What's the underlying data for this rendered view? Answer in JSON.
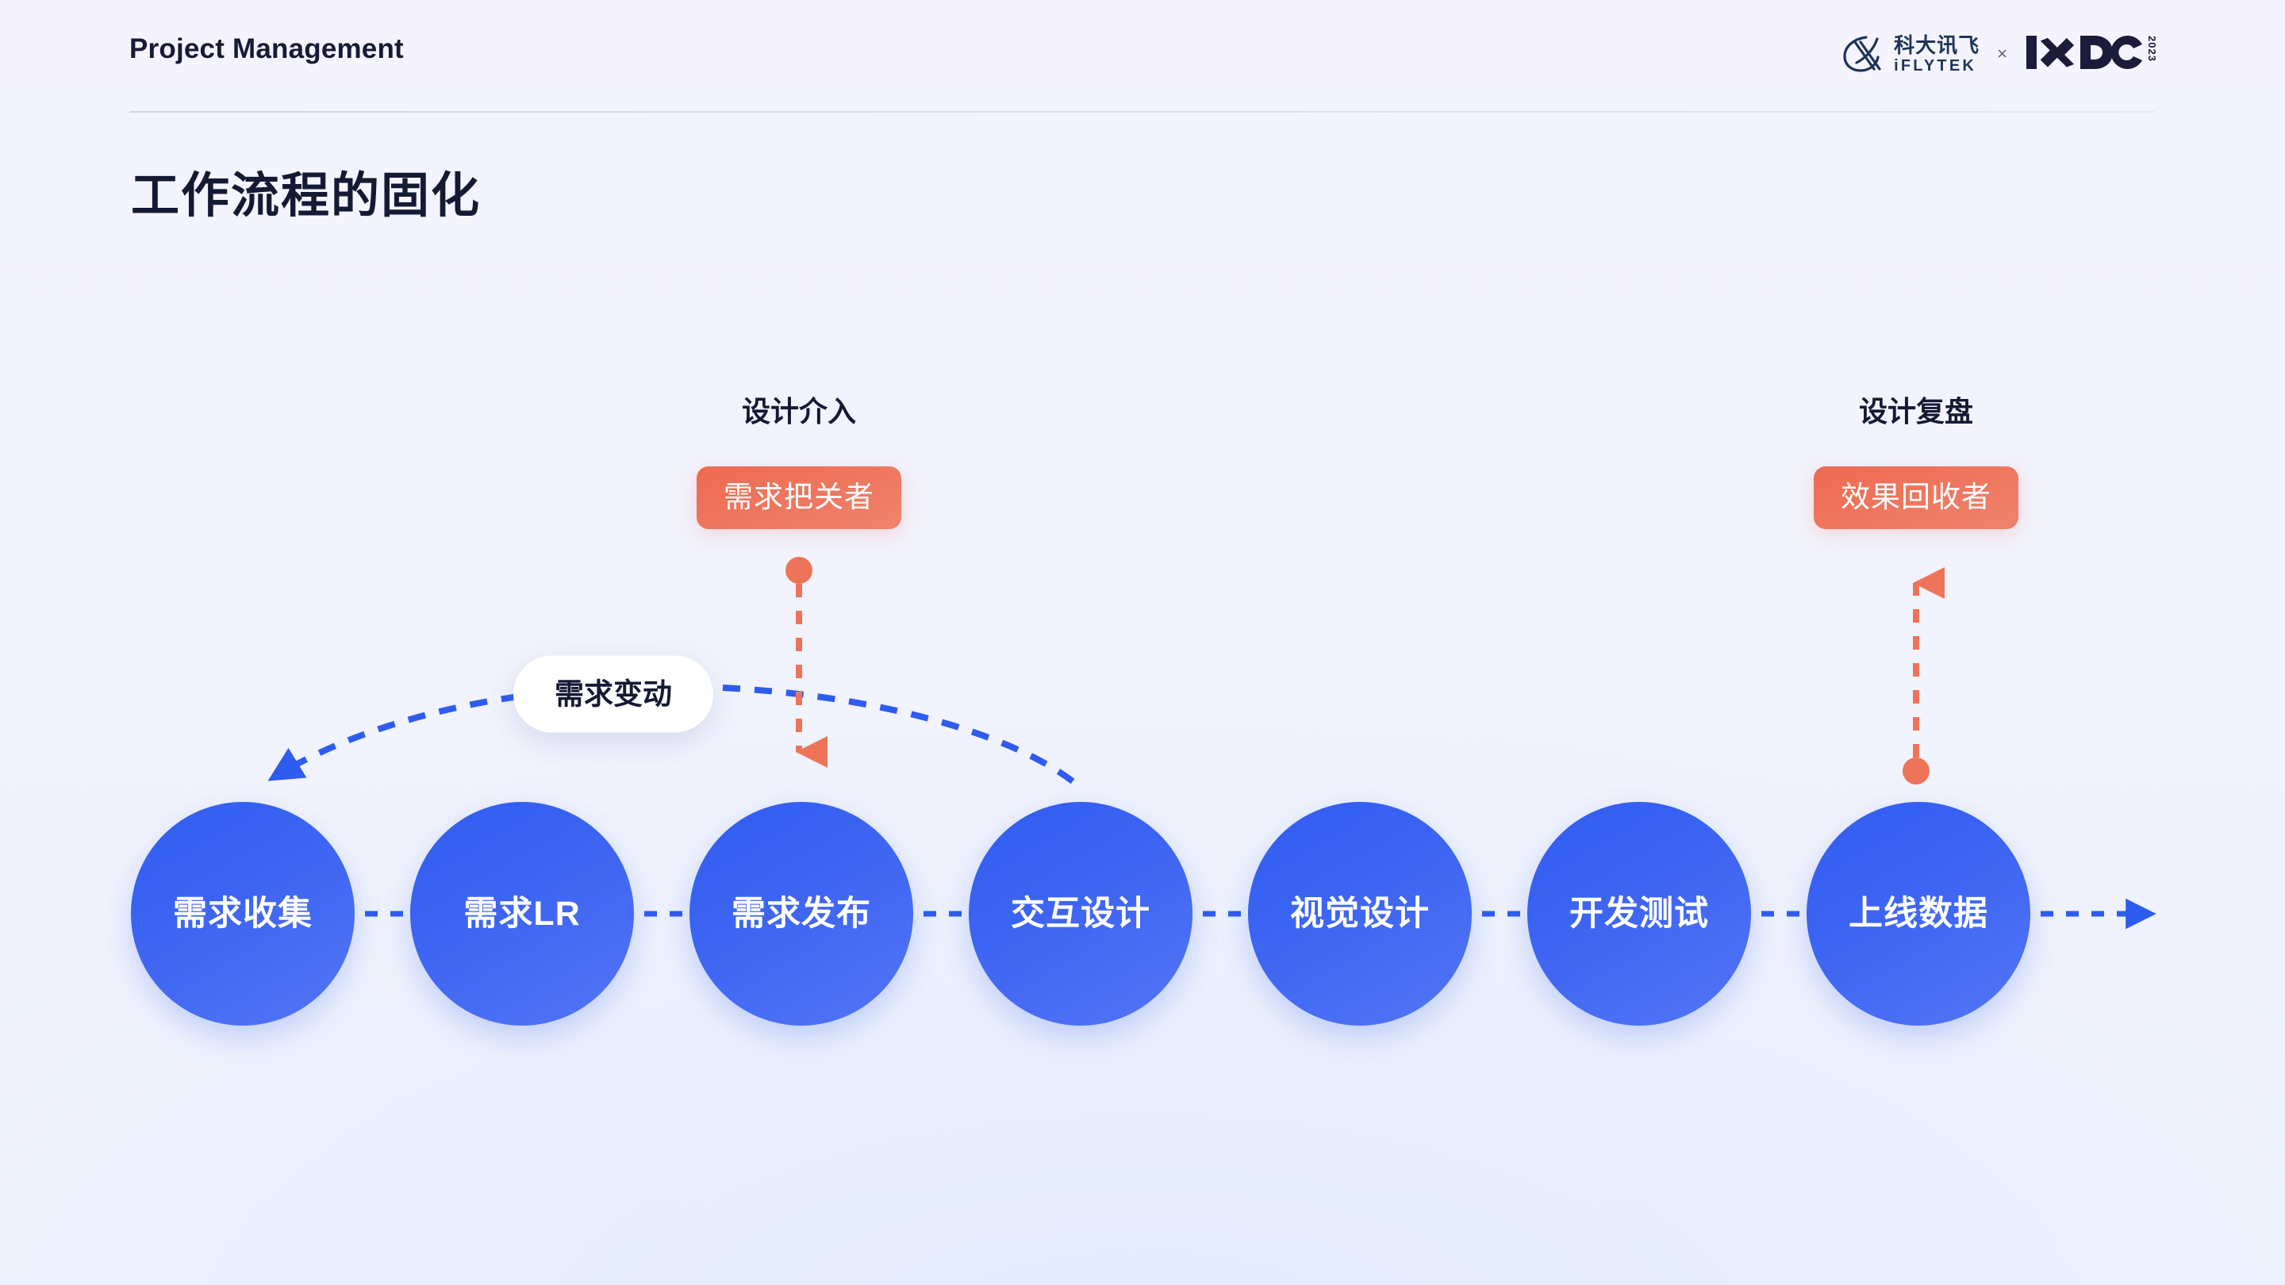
{
  "header": {
    "title": "Project Management",
    "logo": {
      "iflytek_cn": "科大讯飞",
      "iflytek_en": "iFLYTEK",
      "separator": "×",
      "ixdc": "IxDC",
      "year": "2023"
    }
  },
  "page_title": "工作流程的固化",
  "diagram": {
    "steps": [
      {
        "label": "需求收集"
      },
      {
        "label": "需求LR"
      },
      {
        "label": "需求发布"
      },
      {
        "label": "交互设计"
      },
      {
        "label": "视觉设计"
      },
      {
        "label": "开发测试"
      },
      {
        "label": "上线数据"
      }
    ],
    "annotations": [
      {
        "label": "设计介入",
        "badge": "需求把关者",
        "attached_to": "需求发布",
        "direction": "down"
      },
      {
        "label": "设计复盘",
        "badge": "效果回收者",
        "attached_to": "上线数据",
        "direction": "up"
      }
    ],
    "loop_label": "需求变动",
    "loop_from": "交互设计",
    "loop_to": "需求收集"
  },
  "colors": {
    "background": "#F2F3FD",
    "ink": "#141A33",
    "node_blue": "#3E65F2",
    "accent_red": "#EE6E57",
    "divider": "#D8DBE8"
  }
}
